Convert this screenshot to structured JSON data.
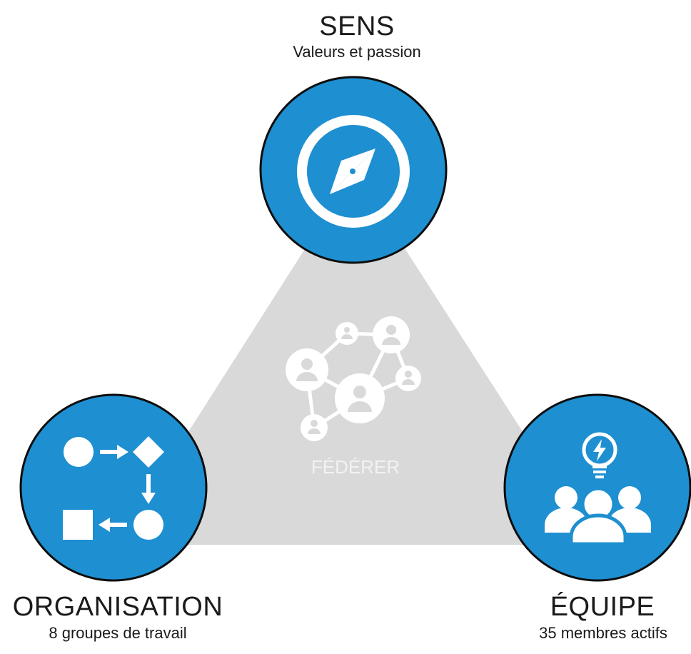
{
  "center": {
    "label": "FÉDÉRER",
    "icon": "people-network-icon"
  },
  "nodes": {
    "sens": {
      "title": "SENS",
      "subtitle": "Valeurs et passion",
      "icon": "compass-icon"
    },
    "organisation": {
      "title": "ORGANISATION",
      "subtitle": "8 groupes de travail",
      "icon": "process-flow-icon"
    },
    "equipe": {
      "title": "ÉQUIPE",
      "subtitle": "35 membres actifs",
      "icon": "team-idea-icon"
    }
  },
  "colors": {
    "circle_fill": "#1e8fd0",
    "circle_stroke": "#0d0d0d",
    "triangle_fill": "#d9d9d9",
    "icon": "#ffffff"
  }
}
